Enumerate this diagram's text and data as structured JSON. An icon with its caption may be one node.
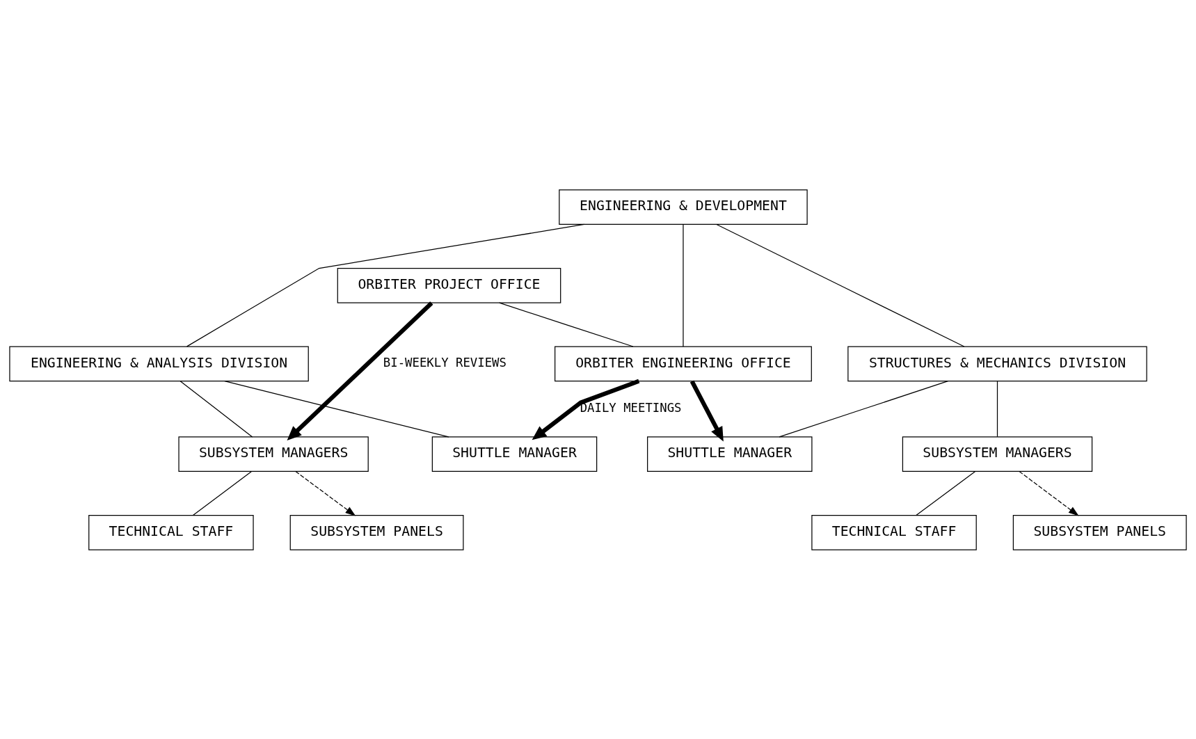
{
  "diagram": {
    "nodes": [
      {
        "text": [
          "ORBITER PROJECT OFFICE"
        ]
      },
      {
        "text": [
          "ENGINEERING & DEVELOPMENT"
        ]
      },
      {
        "text": [
          "ORBITER ENGINEERING OFFICE"
        ]
      },
      {
        "text": [
          "ENGINEERING & ANALYSIS DIVISION"
        ]
      },
      {
        "text": [
          "STRUCTURES & MECHANICS DIVISION"
        ]
      },
      {
        "text": [
          "SHUTTLE MANAGER"
        ]
      },
      {
        "text": [
          "SHUTTLE MANAGER"
        ]
      },
      {
        "text": [
          "SUBSYSTEM MANAGERS"
        ]
      },
      {
        "text": [
          "TECHNICAL STAFF"
        ]
      },
      {
        "text": [
          "SUBSYSTEM MANAGERS"
        ]
      },
      {
        "text": [
          "TECHNICAL STAFF"
        ]
      },
      {
        "text": [
          "SUBSYSTEM PANELS"
        ]
      },
      {
        "text": [
          "SUBSYSTEM PANELS"
        ]
      }
    ],
    "edges": [
      {
        "from": 0,
        "to": 2,
        "arrow": "none"
      },
      {
        "from": 1,
        "to": 2,
        "arrow": "none"
      },
      {
        "from": 1,
        "to": 3,
        "arrow": "none"
      },
      {
        "from": 1,
        "to": 4,
        "arrow": "none"
      },
      {
        "from": 0,
        "to": 7,
        "arrow": "to",
        "label": "BI-WEEKLY REVIEWS",
        "style": "thick"
      },
      {
        "from": 2,
        "to": 5,
        "arrow": "to",
        "label": "DAILY MEETINGS",
        "style": "thick"
      },
      {
        "from": 2,
        "to": 6,
        "arrow": "to",
        "style": "thick"
      },
      {
        "from": 3,
        "to": 5,
        "arrow": "none"
      },
      {
        "from": 4,
        "to": 6,
        "arrow": "none"
      },
      {
        "from": 3,
        "to": 7,
        "arrow": "none"
      },
      {
        "from": 4,
        "to": 9,
        "arrow": "none"
      },
      {
        "from": 7,
        "to": 8,
        "arrow": "none"
      },
      {
        "from": 9,
        "to": 10,
        "arrow": "none"
      },
      {
        "from": 7,
        "to": 11,
        "arrow": "to",
        "style": "dashed"
      },
      {
        "from": 9,
        "to": 12,
        "arrow": "to",
        "style": "dashed"
      }
    ]
  }
}
